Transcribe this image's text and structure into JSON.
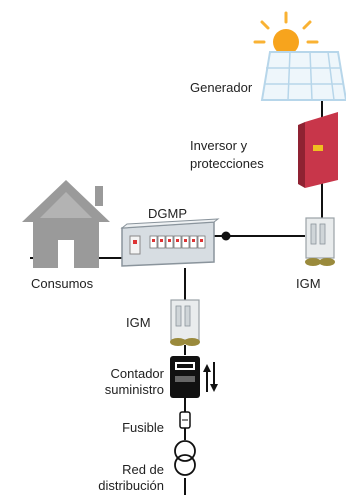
{
  "labels": {
    "generator": "Generador",
    "inverter_line1": "Inversor y",
    "inverter_line2": "protecciones",
    "dgmp": "DGMP",
    "consumos": "Consumos",
    "igm_right": "IGM",
    "igm_bottom": "IGM",
    "meter_line1": "Contador",
    "meter_line2": "suministro",
    "fuse": "Fusible",
    "grid_line1": "Red de",
    "grid_line2": "distribución"
  },
  "colors": {
    "sun": "#f7a41d",
    "sun_rays": "#f9b233",
    "panel_border": "#b7d6ea",
    "panel_fill": "#eef6fb",
    "house": "#9a9a9a",
    "inverter": "#c8364a",
    "breaker_knob": "#9a8a3c",
    "wire": "#111111"
  },
  "icons": [
    "sun-icon",
    "solar-panel-icon",
    "inverter-icon",
    "house-icon",
    "distribution-panel-icon",
    "breaker-switch-icon",
    "meter-icon",
    "fuse-icon",
    "transformer-icon"
  ]
}
